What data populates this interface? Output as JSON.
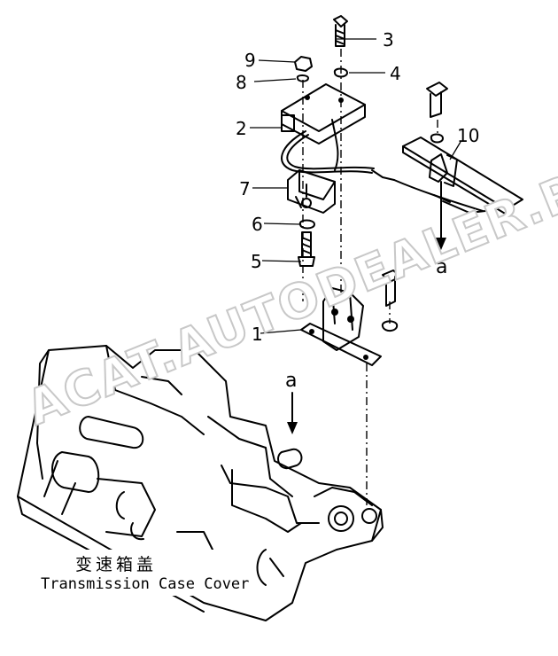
{
  "callouts": {
    "c1": "1",
    "c2": "2",
    "c3": "3",
    "c4": "4",
    "c5": "5",
    "c6": "6",
    "c7": "7",
    "c8": "8",
    "c9": "9",
    "c10": "10"
  },
  "view_markers": {
    "upper": "a",
    "lower": "a"
  },
  "caption": {
    "chinese": "变速箱盖",
    "english": "Transmission Case Cover"
  },
  "watermark": "ACAT.AUTODEALER.RU"
}
